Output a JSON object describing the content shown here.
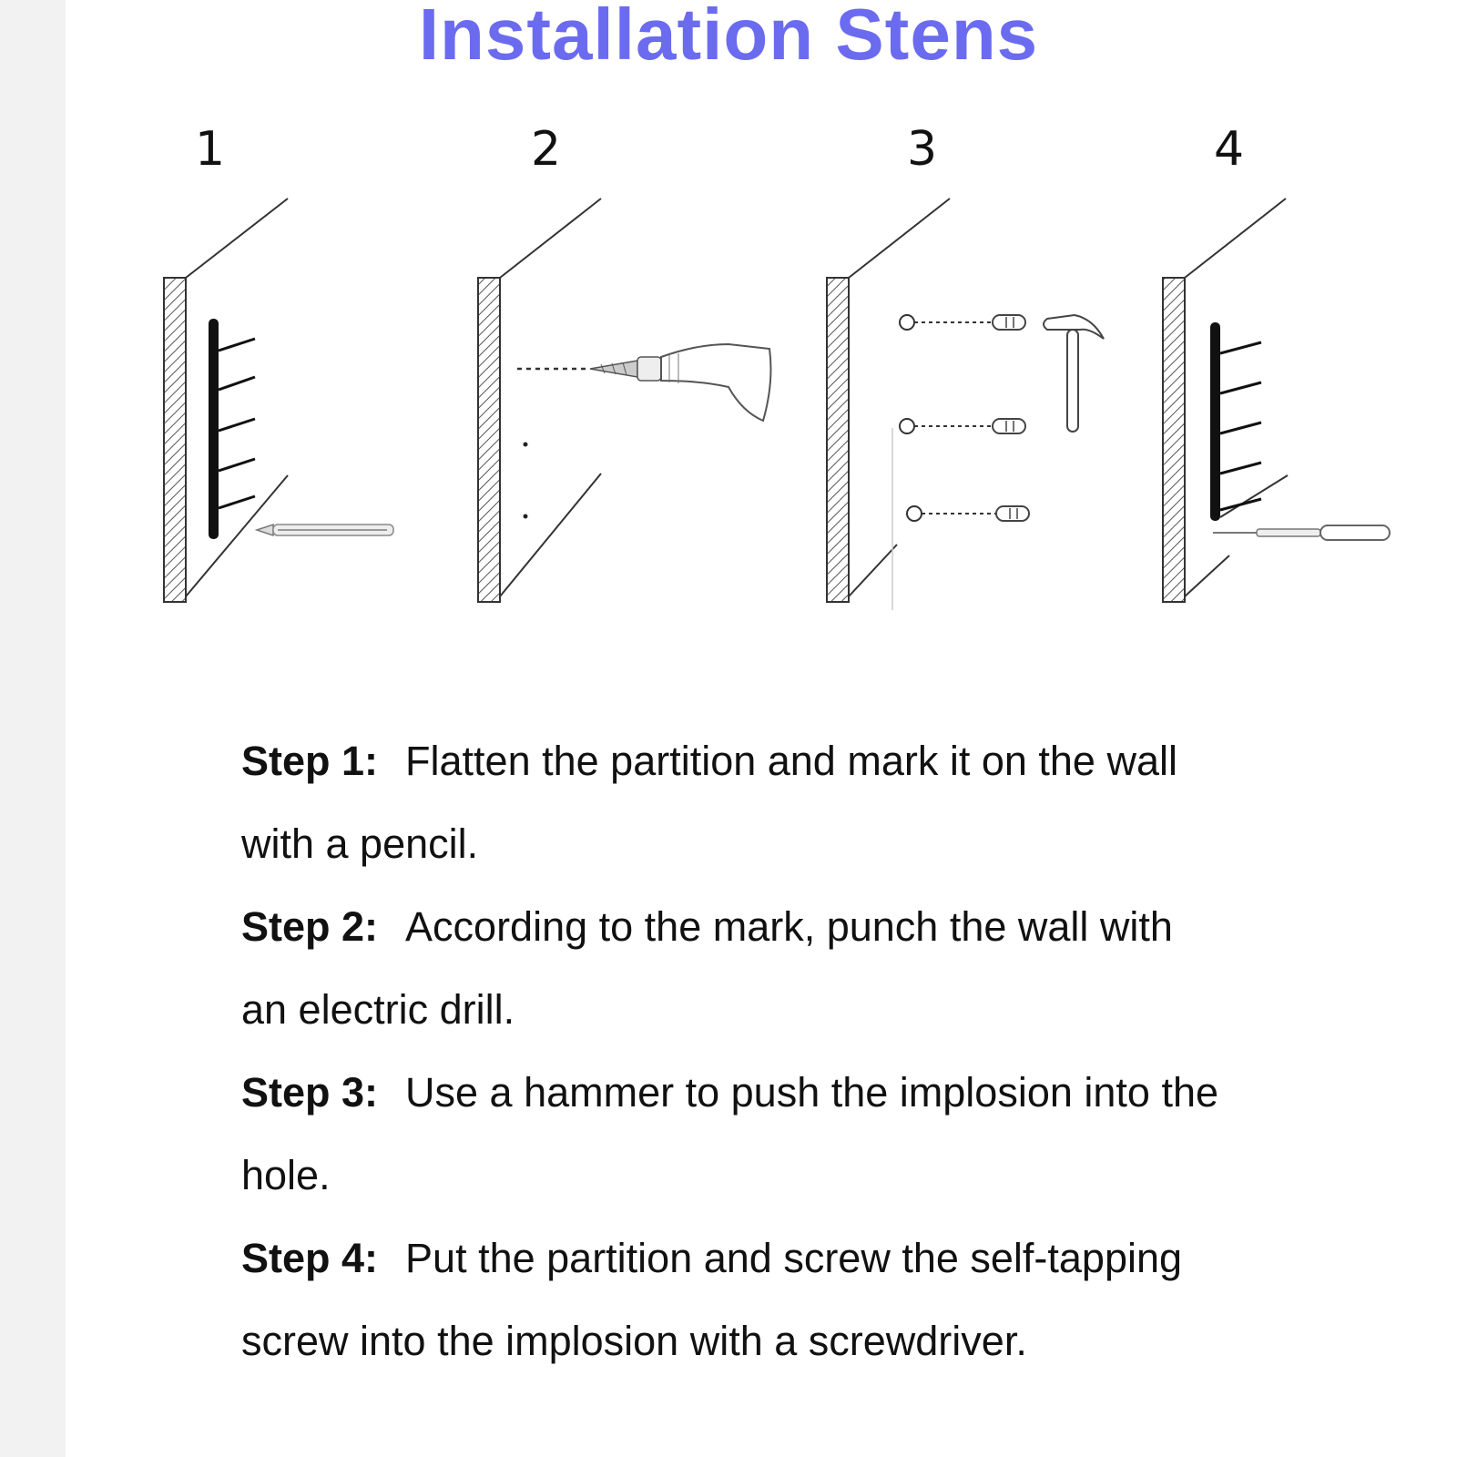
{
  "title": "Installation Stens",
  "figures": [
    {
      "number": "1"
    },
    {
      "number": "2"
    },
    {
      "number": "3"
    },
    {
      "number": "4"
    }
  ],
  "steps": [
    {
      "label": "Step 1:",
      "text": "Flatten the partition and mark it on the wall",
      "cont": "with a pencil."
    },
    {
      "label": "Step 2:",
      "text": "According to the mark, punch the wall with",
      "cont": "an electric drill."
    },
    {
      "label": "Step 3:",
      "text": "Use a hammer to push the implosion into the",
      "cont": "hole."
    },
    {
      "label": "Step 4:",
      "text": "Put the partition and screw the self-tapping",
      "cont": "screw into the implosion with a screwdriver."
    }
  ],
  "colors": {
    "title": "#6b6bf0",
    "text": "#111111"
  }
}
